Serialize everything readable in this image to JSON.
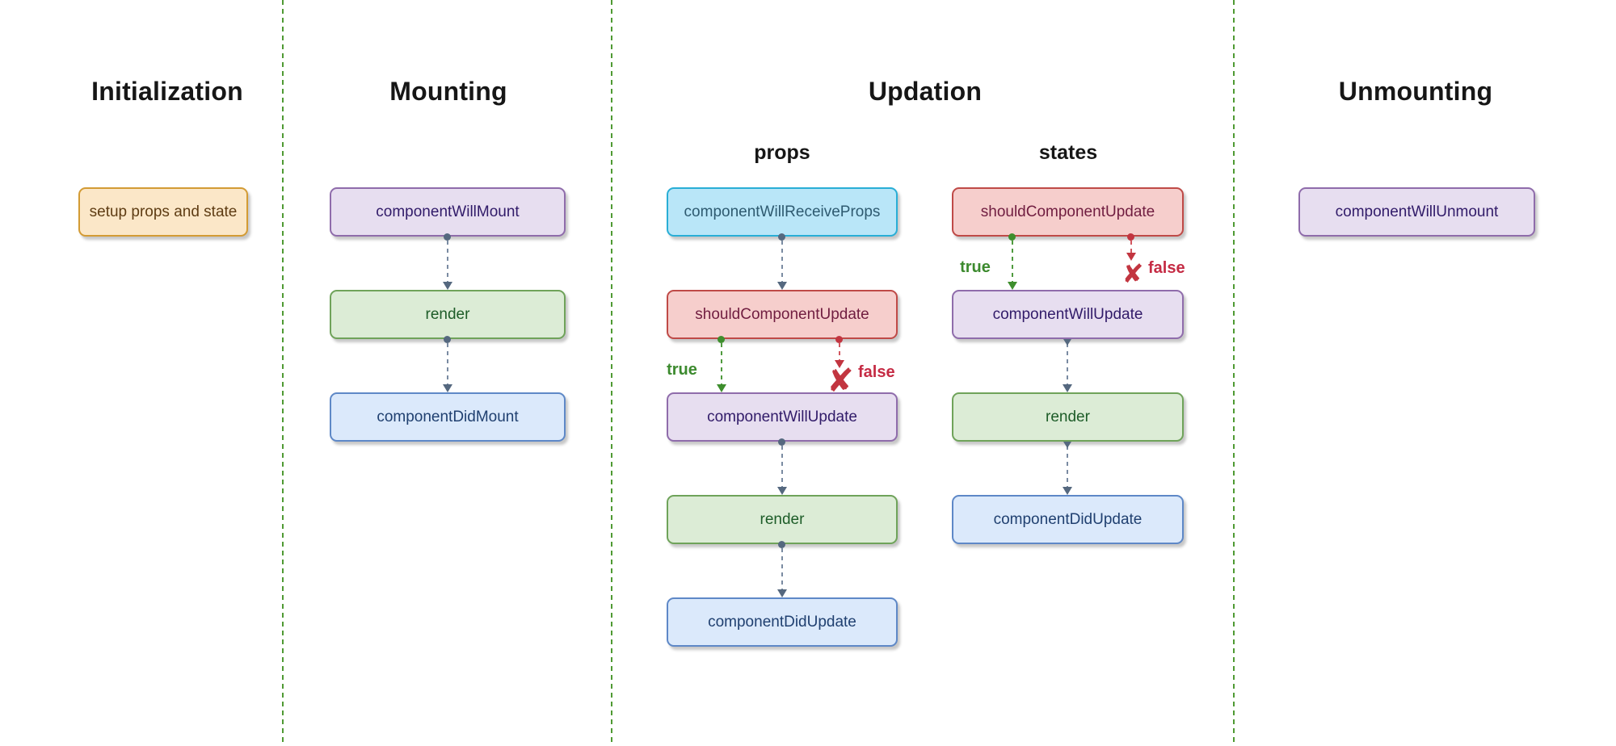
{
  "columns": {
    "initialization": {
      "title": "Initialization",
      "nodes": {
        "setup": {
          "label": "setup props and state"
        }
      }
    },
    "mounting": {
      "title": "Mounting",
      "nodes": {
        "will_mount": {
          "label": "componentWillMount"
        },
        "render": {
          "label": "render"
        },
        "did_mount": {
          "label": "componentDidMount"
        }
      }
    },
    "updation": {
      "title": "Updation",
      "props_branch": {
        "title": "props",
        "nodes": {
          "will_receive_props": {
            "label": "componentWillReceiveProps"
          },
          "should_update": {
            "label": "shouldComponentUpdate"
          },
          "will_update": {
            "label": "componentWillUpdate"
          },
          "render": {
            "label": "render"
          },
          "did_update": {
            "label": "componentDidUpdate"
          }
        }
      },
      "states_branch": {
        "title": "states",
        "nodes": {
          "should_update": {
            "label": "shouldComponentUpdate"
          },
          "will_update": {
            "label": "componentWillUpdate"
          },
          "render": {
            "label": "render"
          },
          "did_update": {
            "label": "componentDidUpdate"
          }
        }
      }
    },
    "unmounting": {
      "title": "Unmounting",
      "nodes": {
        "will_unmount": {
          "label": "componentWillUnmount"
        }
      }
    }
  },
  "branch_labels": {
    "true_label": "true",
    "false_label": "false",
    "false_icon": "✘"
  },
  "colors": {
    "header_text": "#161616",
    "divider_green": "#4f9a33",
    "orange_fill": "#fbe7c8",
    "orange_border": "#d39b34",
    "orange_text": "#5e3c13",
    "purple_fill": "#e7def0",
    "purple_border": "#8f6cab",
    "purple_text": "#311b69",
    "green_fill": "#dcecd6",
    "green_border": "#6fa35a",
    "green_text": "#1d5c28",
    "blue_fill": "#dbe9fb",
    "blue_border": "#5e88c7",
    "blue_text": "#204070",
    "cyan_fill": "#b9e6f8",
    "cyan_border": "#29aed6",
    "cyan_text": "#2e5a70",
    "red_fill": "#f6cecc",
    "red_border": "#bf4a47",
    "red_text": "#701d40",
    "conn_gray": "#55687f",
    "conn_green": "#3e8e2d",
    "conn_red": "#c23540",
    "true_text": "#3c8a2e",
    "false_text": "#c52b44"
  }
}
